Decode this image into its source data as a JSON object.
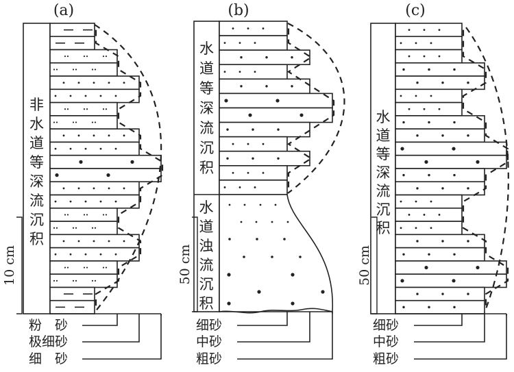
{
  "panels": [
    {
      "id": "a",
      "title": "(a)",
      "facies_label": [
        "非",
        "水",
        "道",
        "等",
        "深",
        "流",
        "沉",
        "积"
      ],
      "scale_label": "10 cm",
      "grain_legend": [
        "粉　砂",
        "极细砂",
        "细　砂"
      ],
      "layers": [
        "silt",
        "silt",
        "vf",
        "vf",
        "fine",
        "fine",
        "vf",
        "vf",
        "fine",
        "fine",
        "coarse",
        "coarse",
        "fine",
        "fine",
        "vf",
        "vf",
        "fine",
        "fine",
        "vf",
        "vf",
        "silt",
        "silt"
      ]
    },
    {
      "id": "b",
      "title": "(b)",
      "facies_label": [
        "水",
        "道",
        "等",
        "深",
        "流",
        "沉",
        "积"
      ],
      "facies_label_lower": [
        "水",
        "道",
        "浊",
        "流",
        "沉",
        "积"
      ],
      "scale_label": "50 cm",
      "grain_legend": [
        "细砂",
        "中砂",
        "粗砂"
      ],
      "layers": [
        "fine",
        "fine",
        "medium",
        "fine",
        "medium",
        "coarse",
        "coarse",
        "medium",
        "fine",
        "medium",
        "fine",
        "fine"
      ]
    },
    {
      "id": "c",
      "title": "(c)",
      "facies_label": [
        "水",
        "道",
        "等",
        "深",
        "流",
        "沉",
        "积"
      ],
      "scale_label": "50 cm",
      "grain_legend": [
        "细砂",
        "中砂",
        "粗砂"
      ],
      "layers": [
        "fine",
        "fine",
        "fine",
        "medium",
        "medium",
        "fine",
        "fine",
        "medium",
        "medium",
        "coarse",
        "coarse",
        "medium",
        "medium",
        "fine",
        "fine",
        "fine",
        "medium",
        "medium",
        "coarse",
        "coarse",
        "medium",
        "medium"
      ]
    }
  ]
}
